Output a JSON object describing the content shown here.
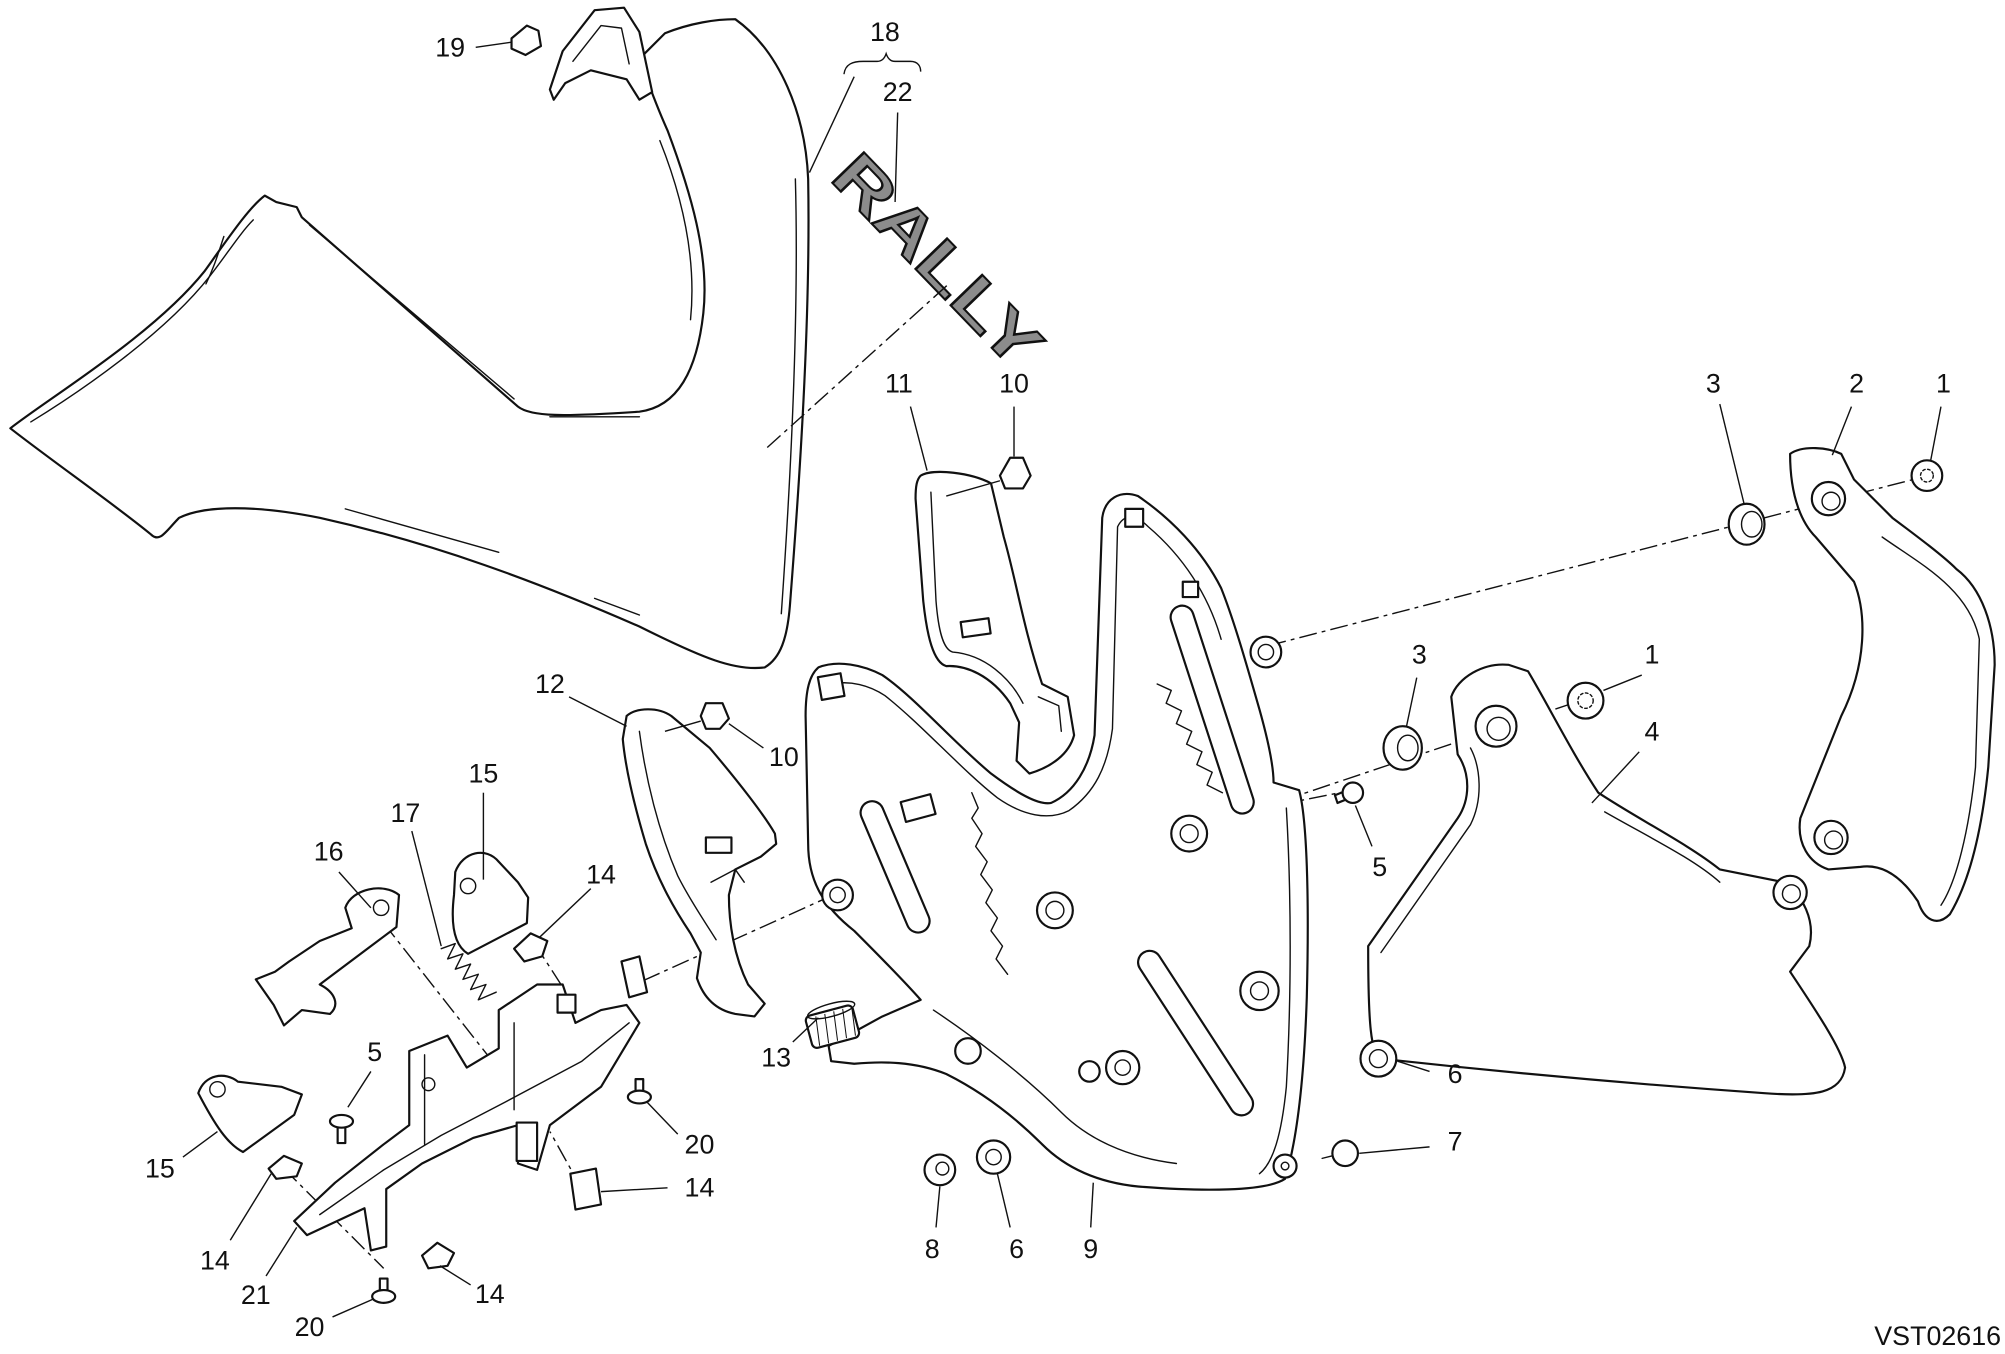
{
  "diagram": {
    "callouts": [
      "19",
      "18",
      "22",
      "11",
      "10",
      "3",
      "2",
      "1",
      "3",
      "1",
      "4",
      "12",
      "10",
      "15",
      "17",
      "14",
      "16",
      "5",
      "13",
      "6",
      "7",
      "8",
      "6",
      "9",
      "5",
      "20",
      "14",
      "15",
      "14",
      "21",
      "14",
      "20"
    ],
    "decal_text": "RALLY",
    "drawing_code": "VST02616"
  },
  "colors": {
    "background": "#ffffff",
    "line": "#111111",
    "decal_fill": "#8c8c8c"
  }
}
